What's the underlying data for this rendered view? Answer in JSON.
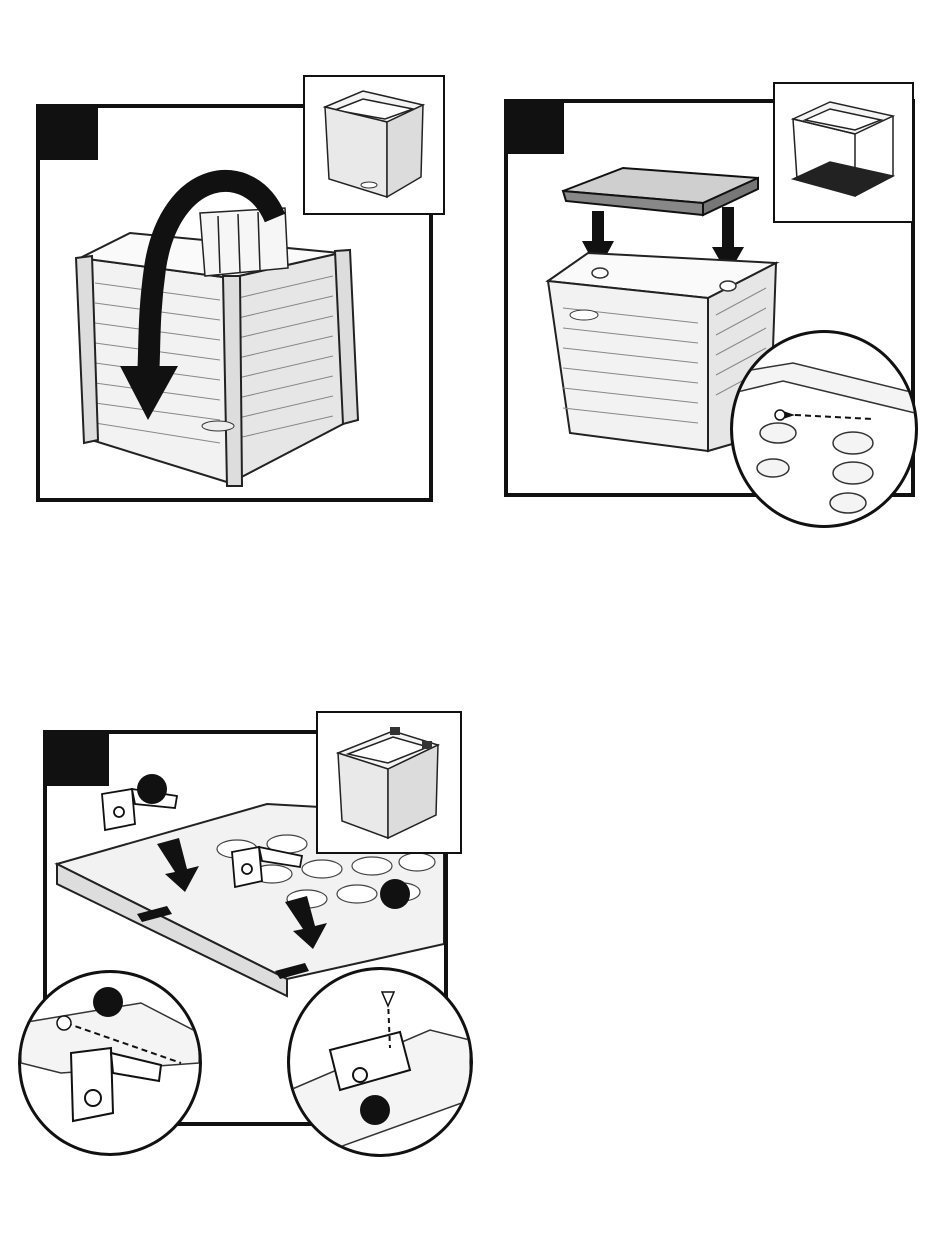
{
  "document": {
    "type": "assembly-instructions-page",
    "steps": [
      {
        "id": "step-a",
        "number": "",
        "illustration": "fold-wall-down",
        "arrow": "curved-down-arrow"
      },
      {
        "id": "step-b",
        "number": "",
        "illustration": "place-lid-frame-on-box",
        "arrows": [
          "down-arrow",
          "down-arrow"
        ],
        "detail": "screw-into-corner"
      },
      {
        "id": "step-c",
        "number": "",
        "illustration": "attach-hinges-to-lid",
        "details": [
          "hinge-screw-side",
          "hinge-screw-top"
        ]
      }
    ],
    "callout_color": "#111111",
    "line_color": "#111111",
    "fill_color": "#e8e8e8"
  }
}
